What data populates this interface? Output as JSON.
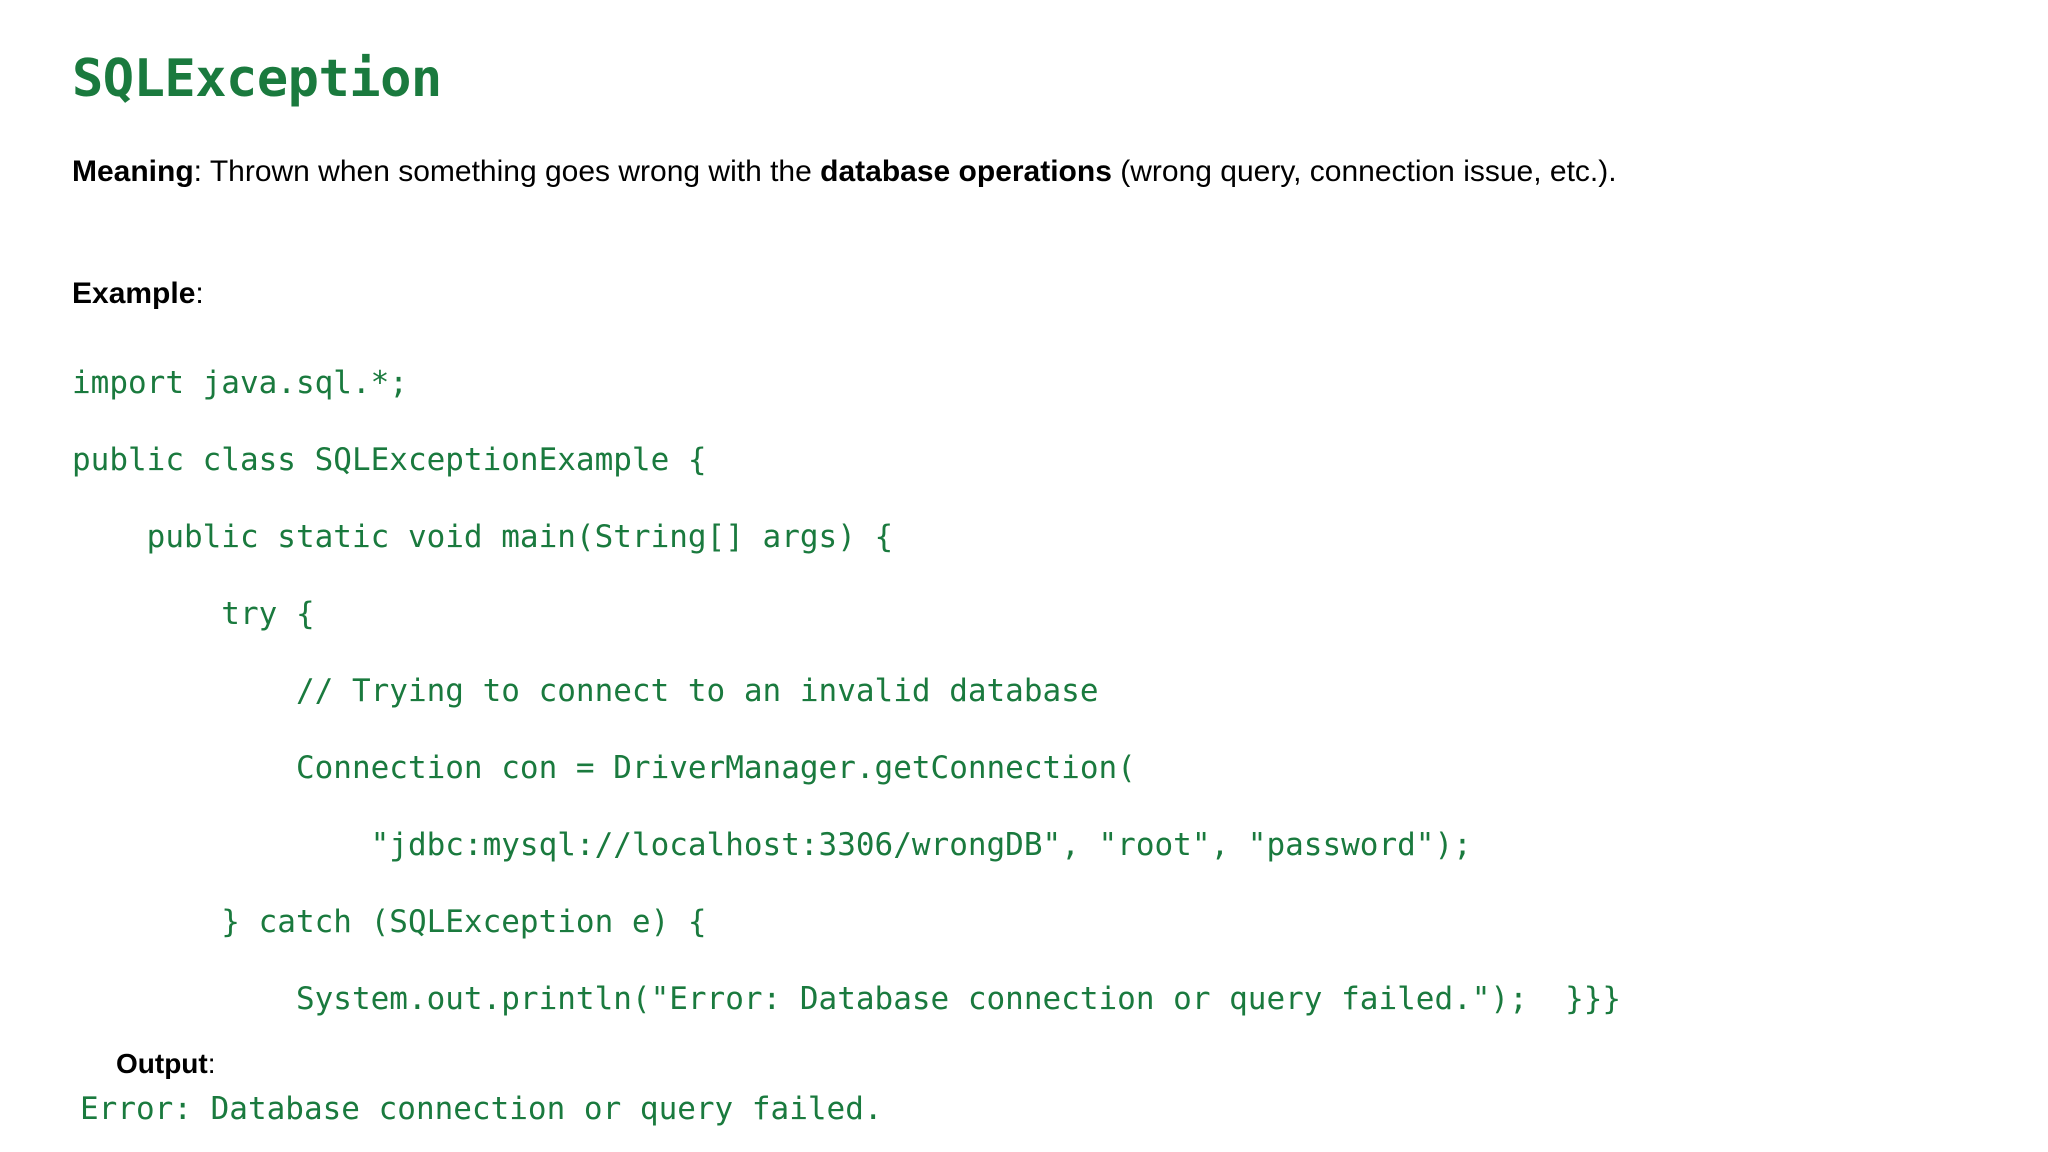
{
  "page": {
    "background_color": "#ffffff",
    "text_color": "#000000",
    "accent_color": "#1a7a3e"
  },
  "title": "SQLException",
  "meaning": {
    "label": "Meaning",
    "colon": ": ",
    "text_part1": "Thrown when something goes wrong with the ",
    "emphasis": "database operations",
    "text_part2": " (wrong query, connection issue, etc.)."
  },
  "example": {
    "label": "Example",
    "colon": ":"
  },
  "code": {
    "language": "java",
    "lines": [
      "import java.sql.*;",
      "public class SQLExceptionExample {",
      "    public static void main(String[] args) {",
      "        try {",
      "            // Trying to connect to an invalid database",
      "            Connection con = DriverManager.getConnection(",
      "                \"jdbc:mysql://localhost:3306/wrongDB\", \"root\", \"password\");",
      "        } catch (SQLException e) {",
      "            System.out.println(\"Error: Database connection or query failed.\");  }}}"
    ]
  },
  "output": {
    "label": "Output",
    "colon": ":",
    "text": "Error: Database connection or query failed."
  }
}
